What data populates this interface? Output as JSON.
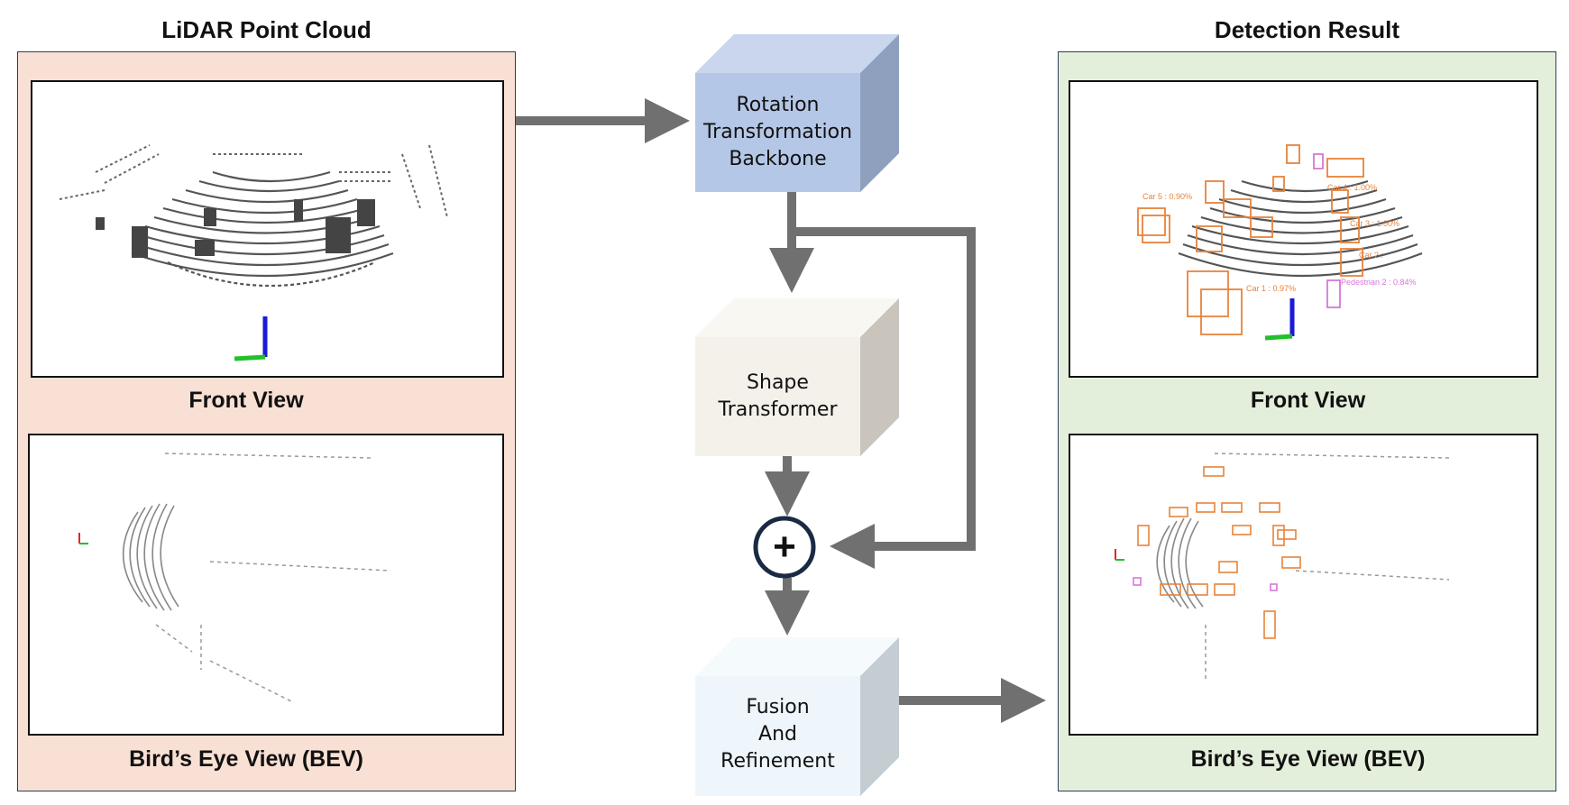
{
  "left_panel": {
    "title": "LiDAR Point Cloud",
    "front_label": "Front View",
    "bev_label": "Bird’s Eye View (BEV)"
  },
  "right_panel": {
    "title": "Detection Result",
    "front_label": "Front View",
    "bev_label": "Bird’s Eye View (BEV)"
  },
  "blocks": {
    "rotation": [
      "Rotation",
      "Transformation",
      "Backbone"
    ],
    "shape": [
      "Shape",
      "Transformer"
    ],
    "fusion": [
      "Fusion",
      "And",
      "Refinement"
    ]
  },
  "plus_symbol": "+",
  "detections": {
    "front_labels": [
      "Car 5 : 0.90%",
      "Car 4 : 1.00%",
      "Car 3 : 1.00%",
      "Car 2 : ",
      "Pedestrian 2 : 0.84%",
      "Car 1 : 0.97%"
    ]
  },
  "colors": {
    "left_fill": "#f9e0d5",
    "right_fill": "#e3efdb",
    "rotation_front": "#b4c7e7",
    "shape_front": "#f4f1ea",
    "fusion_front": "#eef6fb",
    "arrow": "#707070",
    "box_orange": "#e8833a",
    "box_magenta": "#d777d8"
  }
}
